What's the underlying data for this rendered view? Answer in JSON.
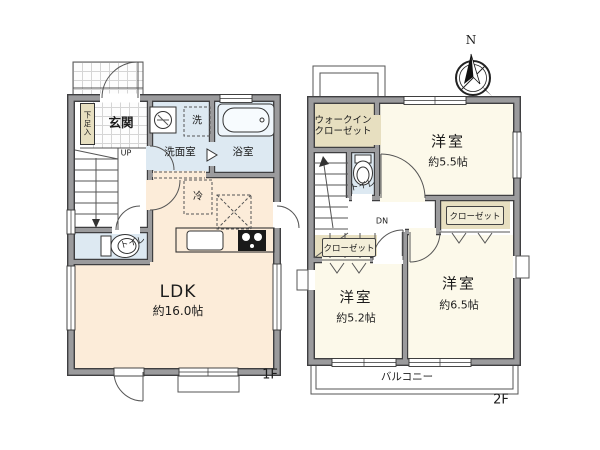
{
  "floor1": {
    "floor_label": "1F",
    "entrance": "玄関",
    "shoe_cabinet": "下足入",
    "washroom": "洗面室",
    "washer": "洗",
    "bathroom": "浴室",
    "refrigerator": "冷",
    "toilet": "トイレ",
    "stairs_up": "UP",
    "ldk_name": "LDK",
    "ldk_size": "約16.0帖"
  },
  "floor2": {
    "floor_label": "2F",
    "walkin_closet_line1": "ウォークイン",
    "walkin_closet_line2": "クローゼット",
    "bedroom1_name": "洋室",
    "bedroom1_size": "約5.5帖",
    "toilet": "トイレ",
    "stairs_down": "DN",
    "closet_left": "クローゼット",
    "closet_right": "クローゼット",
    "bedroom2_name": "洋室",
    "bedroom2_size": "約5.2帖",
    "bedroom3_name": "洋室",
    "bedroom3_size": "約6.5帖",
    "balcony": "バルコニー"
  },
  "compass": {
    "north": "N"
  },
  "colors": {
    "wall": "#9b9b9d",
    "ldk": "#fcecd9",
    "cream": "#fcf9ea",
    "wet": "#dde9f2",
    "closet": "#e7dfc0"
  }
}
